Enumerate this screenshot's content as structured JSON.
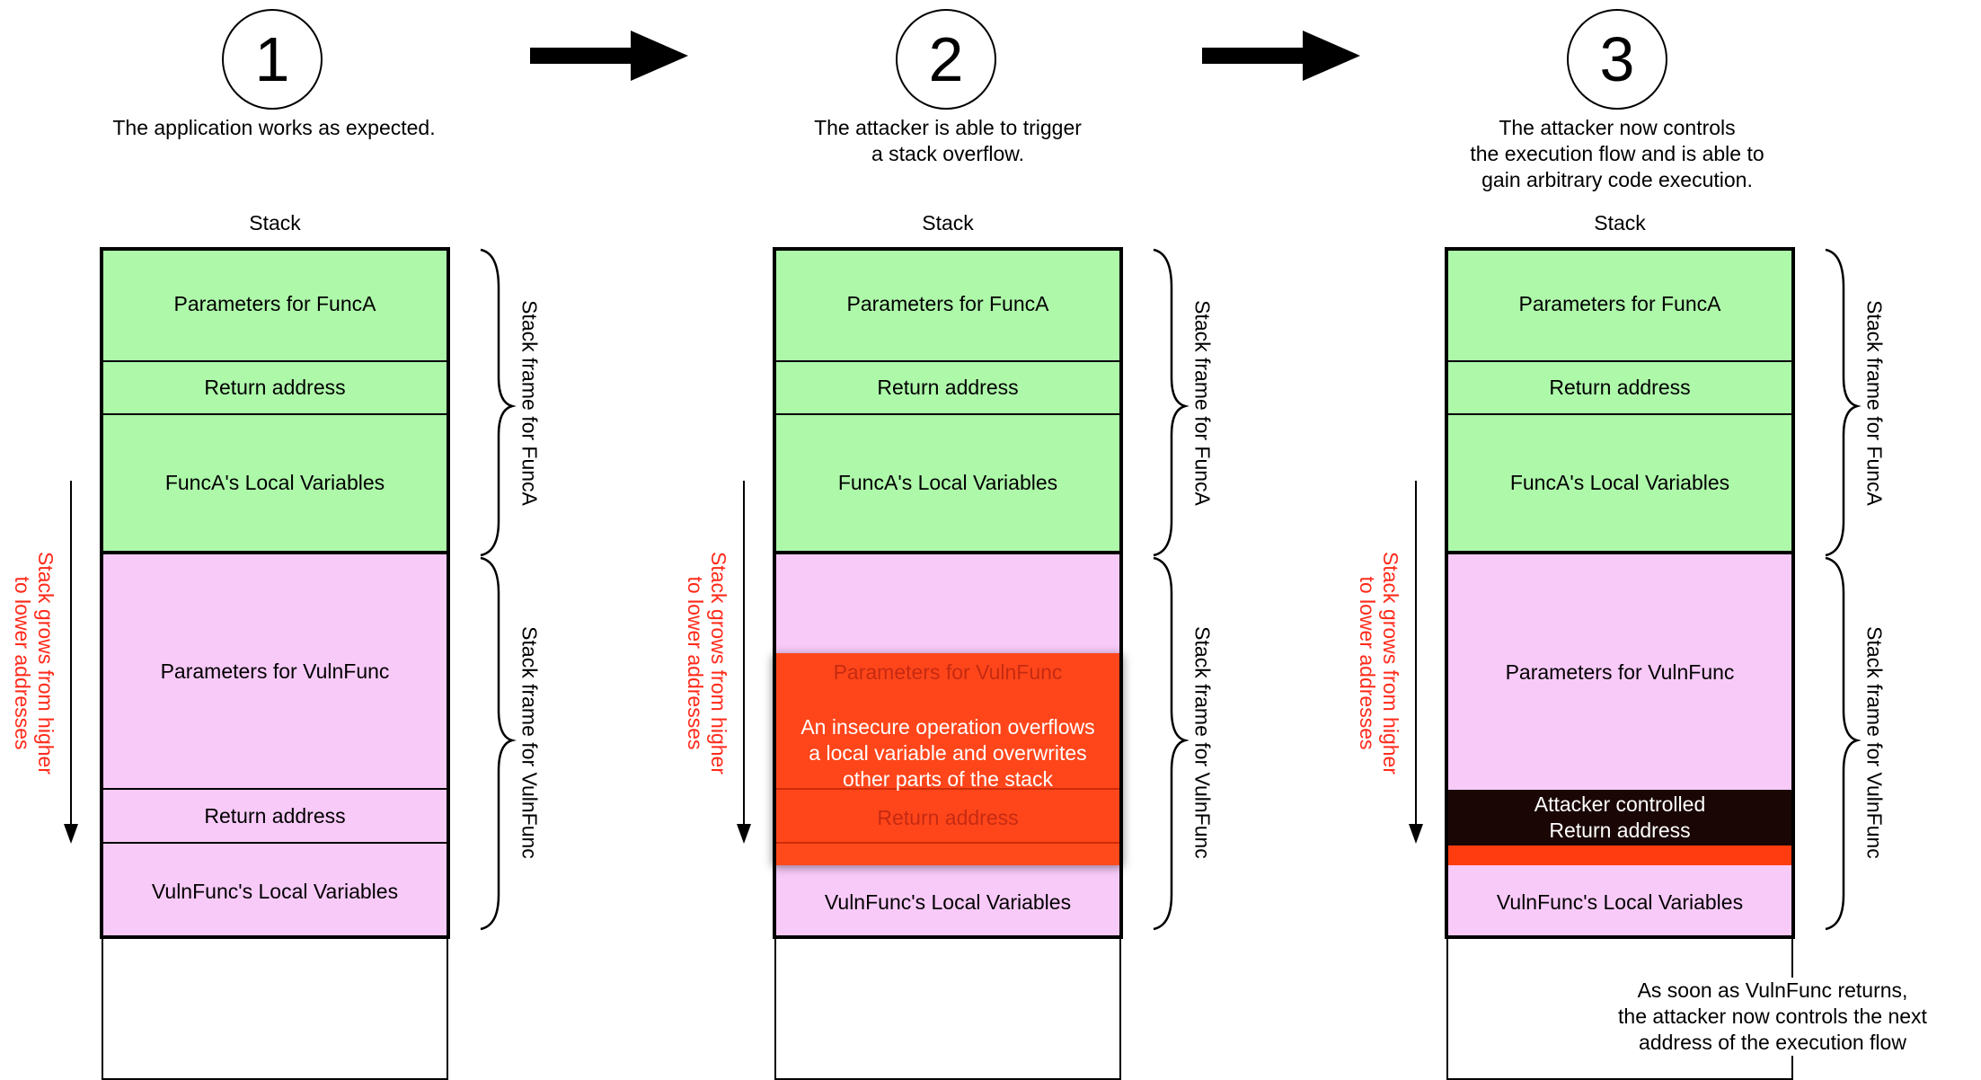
{
  "steps": [
    {
      "number": "1",
      "caption": "The application works as expected."
    },
    {
      "number": "2",
      "caption": "The attacker is able to trigger\na stack overflow."
    },
    {
      "number": "3",
      "caption": "The attacker now controls\nthe execution flow and is able to\ngain arbitrary code execution."
    }
  ],
  "stack_title": "Stack",
  "cells": {
    "params_funca": "Parameters for FuncA",
    "return_address": "Return address",
    "funca_locals": "FuncA's Local Variables",
    "params_vulnfunc": "Parameters for VulnFunc",
    "vulnfunc_locals": "VulnFunc's Local Variables"
  },
  "frame_labels": {
    "funca": "Stack frame for FuncA",
    "vulnfunc": "Stack frame for VulnFunc"
  },
  "growth_label": "Stack grows from higher\nto lower addresses",
  "overflow_message": "An insecure operation overflows\na local variable and overwrites\nother parts of the stack",
  "attacker_cell": "Attacker controlled\nReturn address",
  "final_note": "As soon as VulnFunc returns,\nthe attacker now controls the next\naddress of the execution flow",
  "colors": {
    "funca_frame": "#aef8aa",
    "vulnfunc_frame": "#f8caf8",
    "overflow": "#ff3c10",
    "attacker": "#1a0705",
    "growth_text": "#ff2a1a"
  }
}
